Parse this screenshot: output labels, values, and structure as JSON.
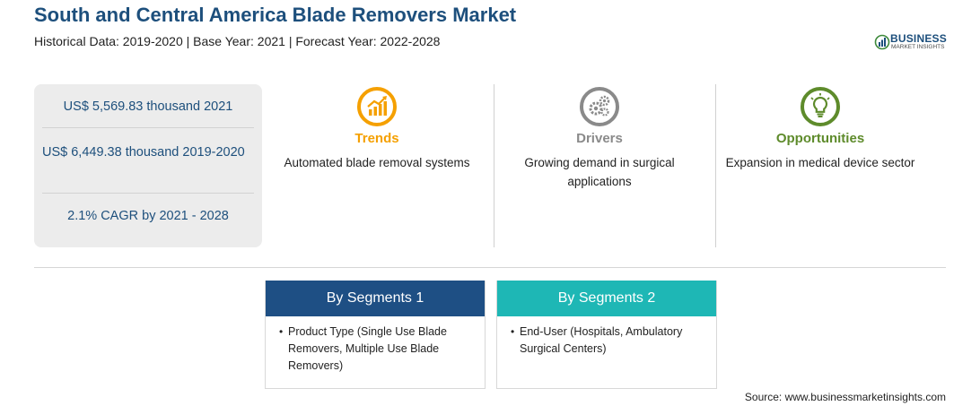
{
  "header": {
    "title": "South and Central America Blade Removers Market",
    "subtitle": "Historical Data: 2019-2020 | Base Year: 2021 | Forecast Year: 2022-2028"
  },
  "logo": {
    "word": "BUSINESS",
    "tagline": "MARKET INSIGHTS"
  },
  "stats": [
    {
      "text": "US$ 5,569.83 thousand 2021"
    },
    {
      "text": "US$ 6,449.38 thousand 2019-2020"
    },
    {
      "text": "2.1% CAGR by 2021 - 2028"
    }
  ],
  "cards": [
    {
      "icon": "trend-chart-icon",
      "title": "Trends",
      "text": "Automated blade removal systems",
      "color": "#f5a000"
    },
    {
      "icon": "gears-icon",
      "title": "Drivers",
      "text": "Growing demand in surgical applications",
      "color": "#8a8a8a"
    },
    {
      "icon": "lightbulb-icon",
      "title": "Opportunities",
      "text": "Expansion in medical device sector",
      "color": "#5e8b2b"
    }
  ],
  "segments": [
    {
      "title": "By Segments 1",
      "item": "Product Type (Single Use Blade Removers, Multiple Use Blade Removers)",
      "color": "#1e4f84"
    },
    {
      "title": "By Segments 2",
      "item": "End-User (Hospitals, Ambulatory Surgical Centers)",
      "color": "#1eb7b5"
    }
  ],
  "footer": {
    "source": "Source: www.businessmarketinsights.com"
  }
}
